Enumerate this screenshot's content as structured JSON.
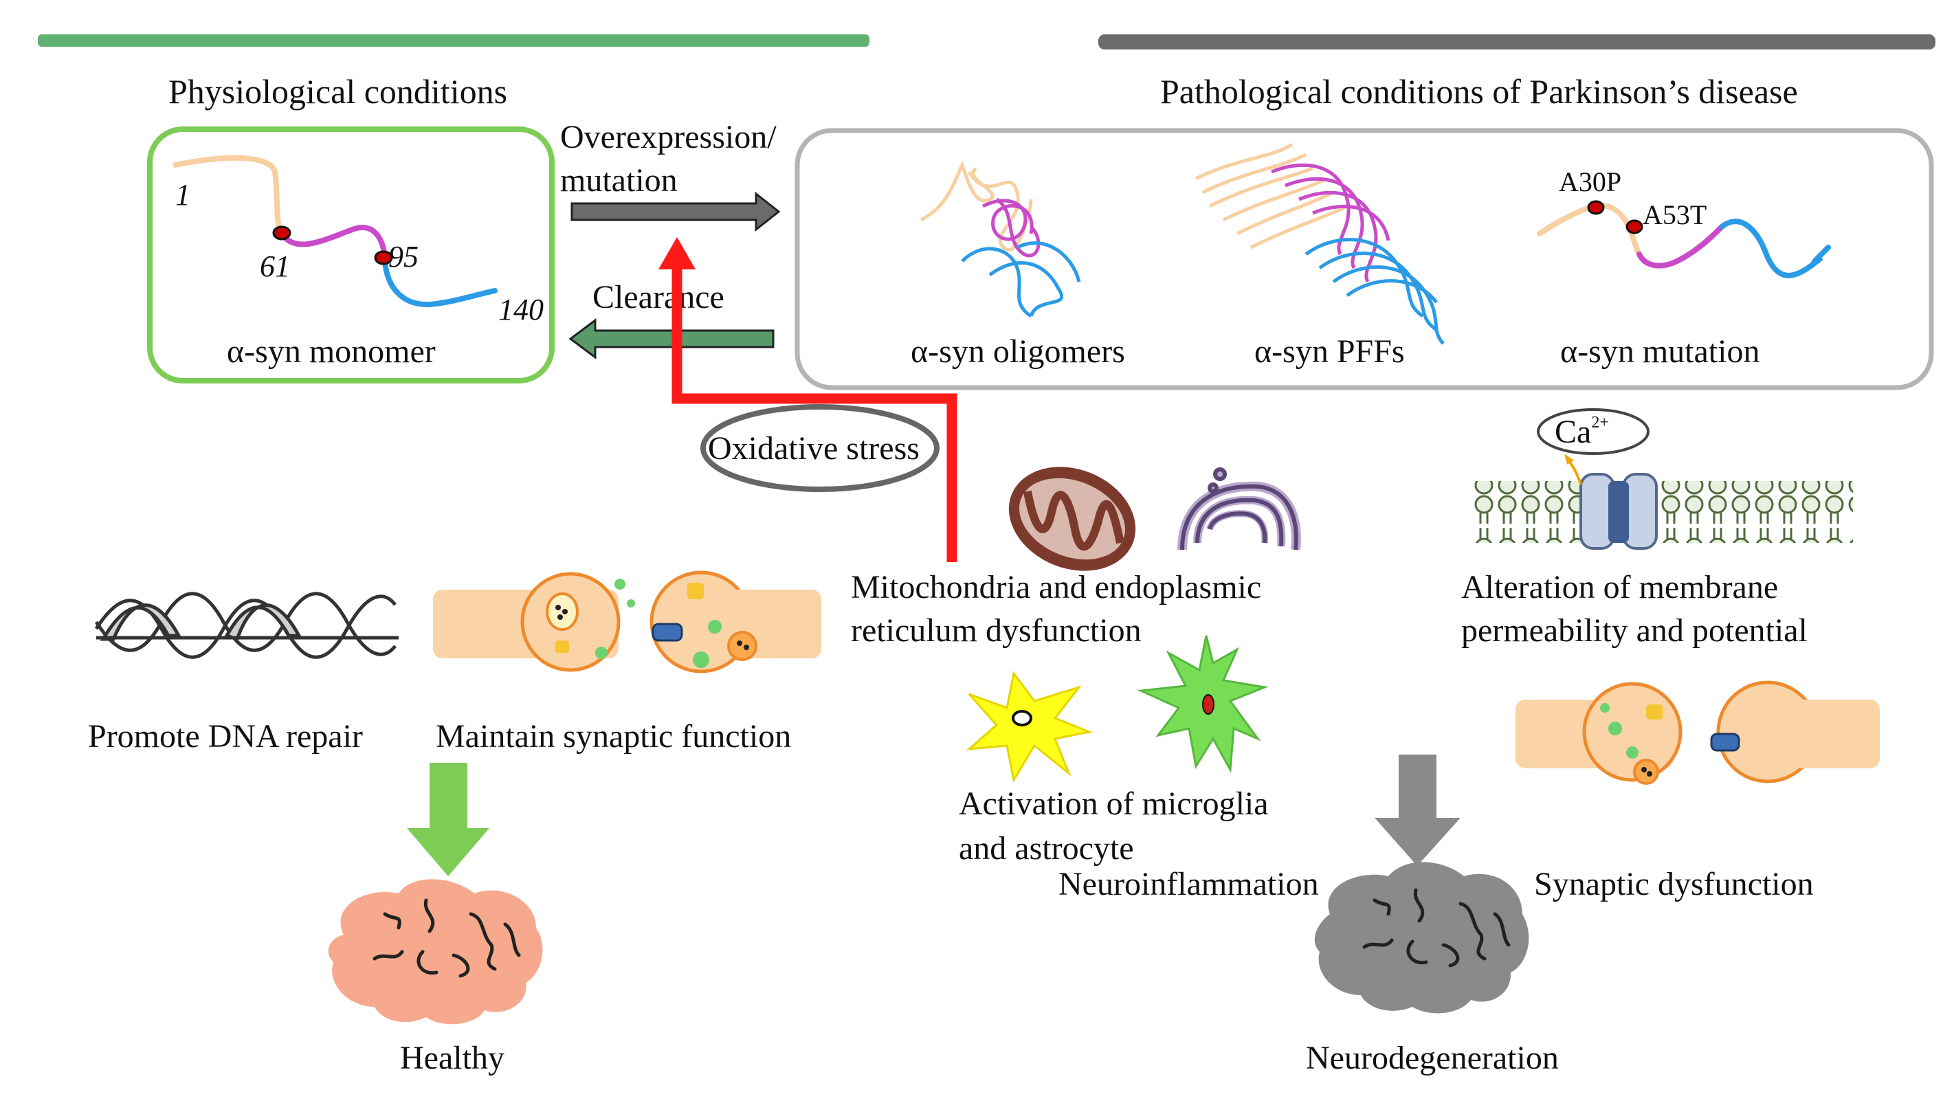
{
  "panels": {
    "physiological": {
      "title": "Physiological conditions",
      "monomer_label": "α-syn monomer",
      "residues": [
        "1",
        "61",
        "95",
        "140"
      ]
    },
    "pathological": {
      "title": "Pathological conditions of Parkinson’s disease",
      "oligomers_label": "α-syn oligomers",
      "pffs_label": "α-syn PFFs",
      "mutation_label": "α-syn mutation",
      "mutation_sites": [
        "A30P",
        "A53T"
      ]
    }
  },
  "arrows": {
    "forward_label_1": "Overexpression/",
    "forward_label_2": "mutation",
    "clearance_label": "Clearance",
    "stress_label": "Oxidative stress"
  },
  "physiological_functions": {
    "dna_repair": "Promote DNA repair",
    "synaptic": "Maintain synaptic function",
    "outcome": "Healthy"
  },
  "pathology": {
    "mito_er_1": "Mitochondria and endoplasmic",
    "mito_er_2": "reticulum dysfunction",
    "membrane_1": "Alteration of membrane",
    "membrane_2": "permeability and potential",
    "ion": "Ca",
    "ion_charge": "2+",
    "glia_1": "Activation of microglia",
    "glia_2": "and astrocyte",
    "neuroinflammation": "Neuroinflammation",
    "synaptic_dysfunction": "Synaptic dysfunction",
    "outcome": "Neurodegeneration"
  },
  "colors": {
    "physiological_accent": "#5fb26f",
    "pathological_accent": "#6b6b6b",
    "monomer_box": "#7ccc55",
    "stress_arrow": "#ff1a1a",
    "healthy_brain": "#f7a98d",
    "degenerated_brain": "#8a8a8a",
    "n_terminal": "#f8cfa0",
    "nac_region": "#c94bc9",
    "c_terminal": "#2b9be6"
  }
}
